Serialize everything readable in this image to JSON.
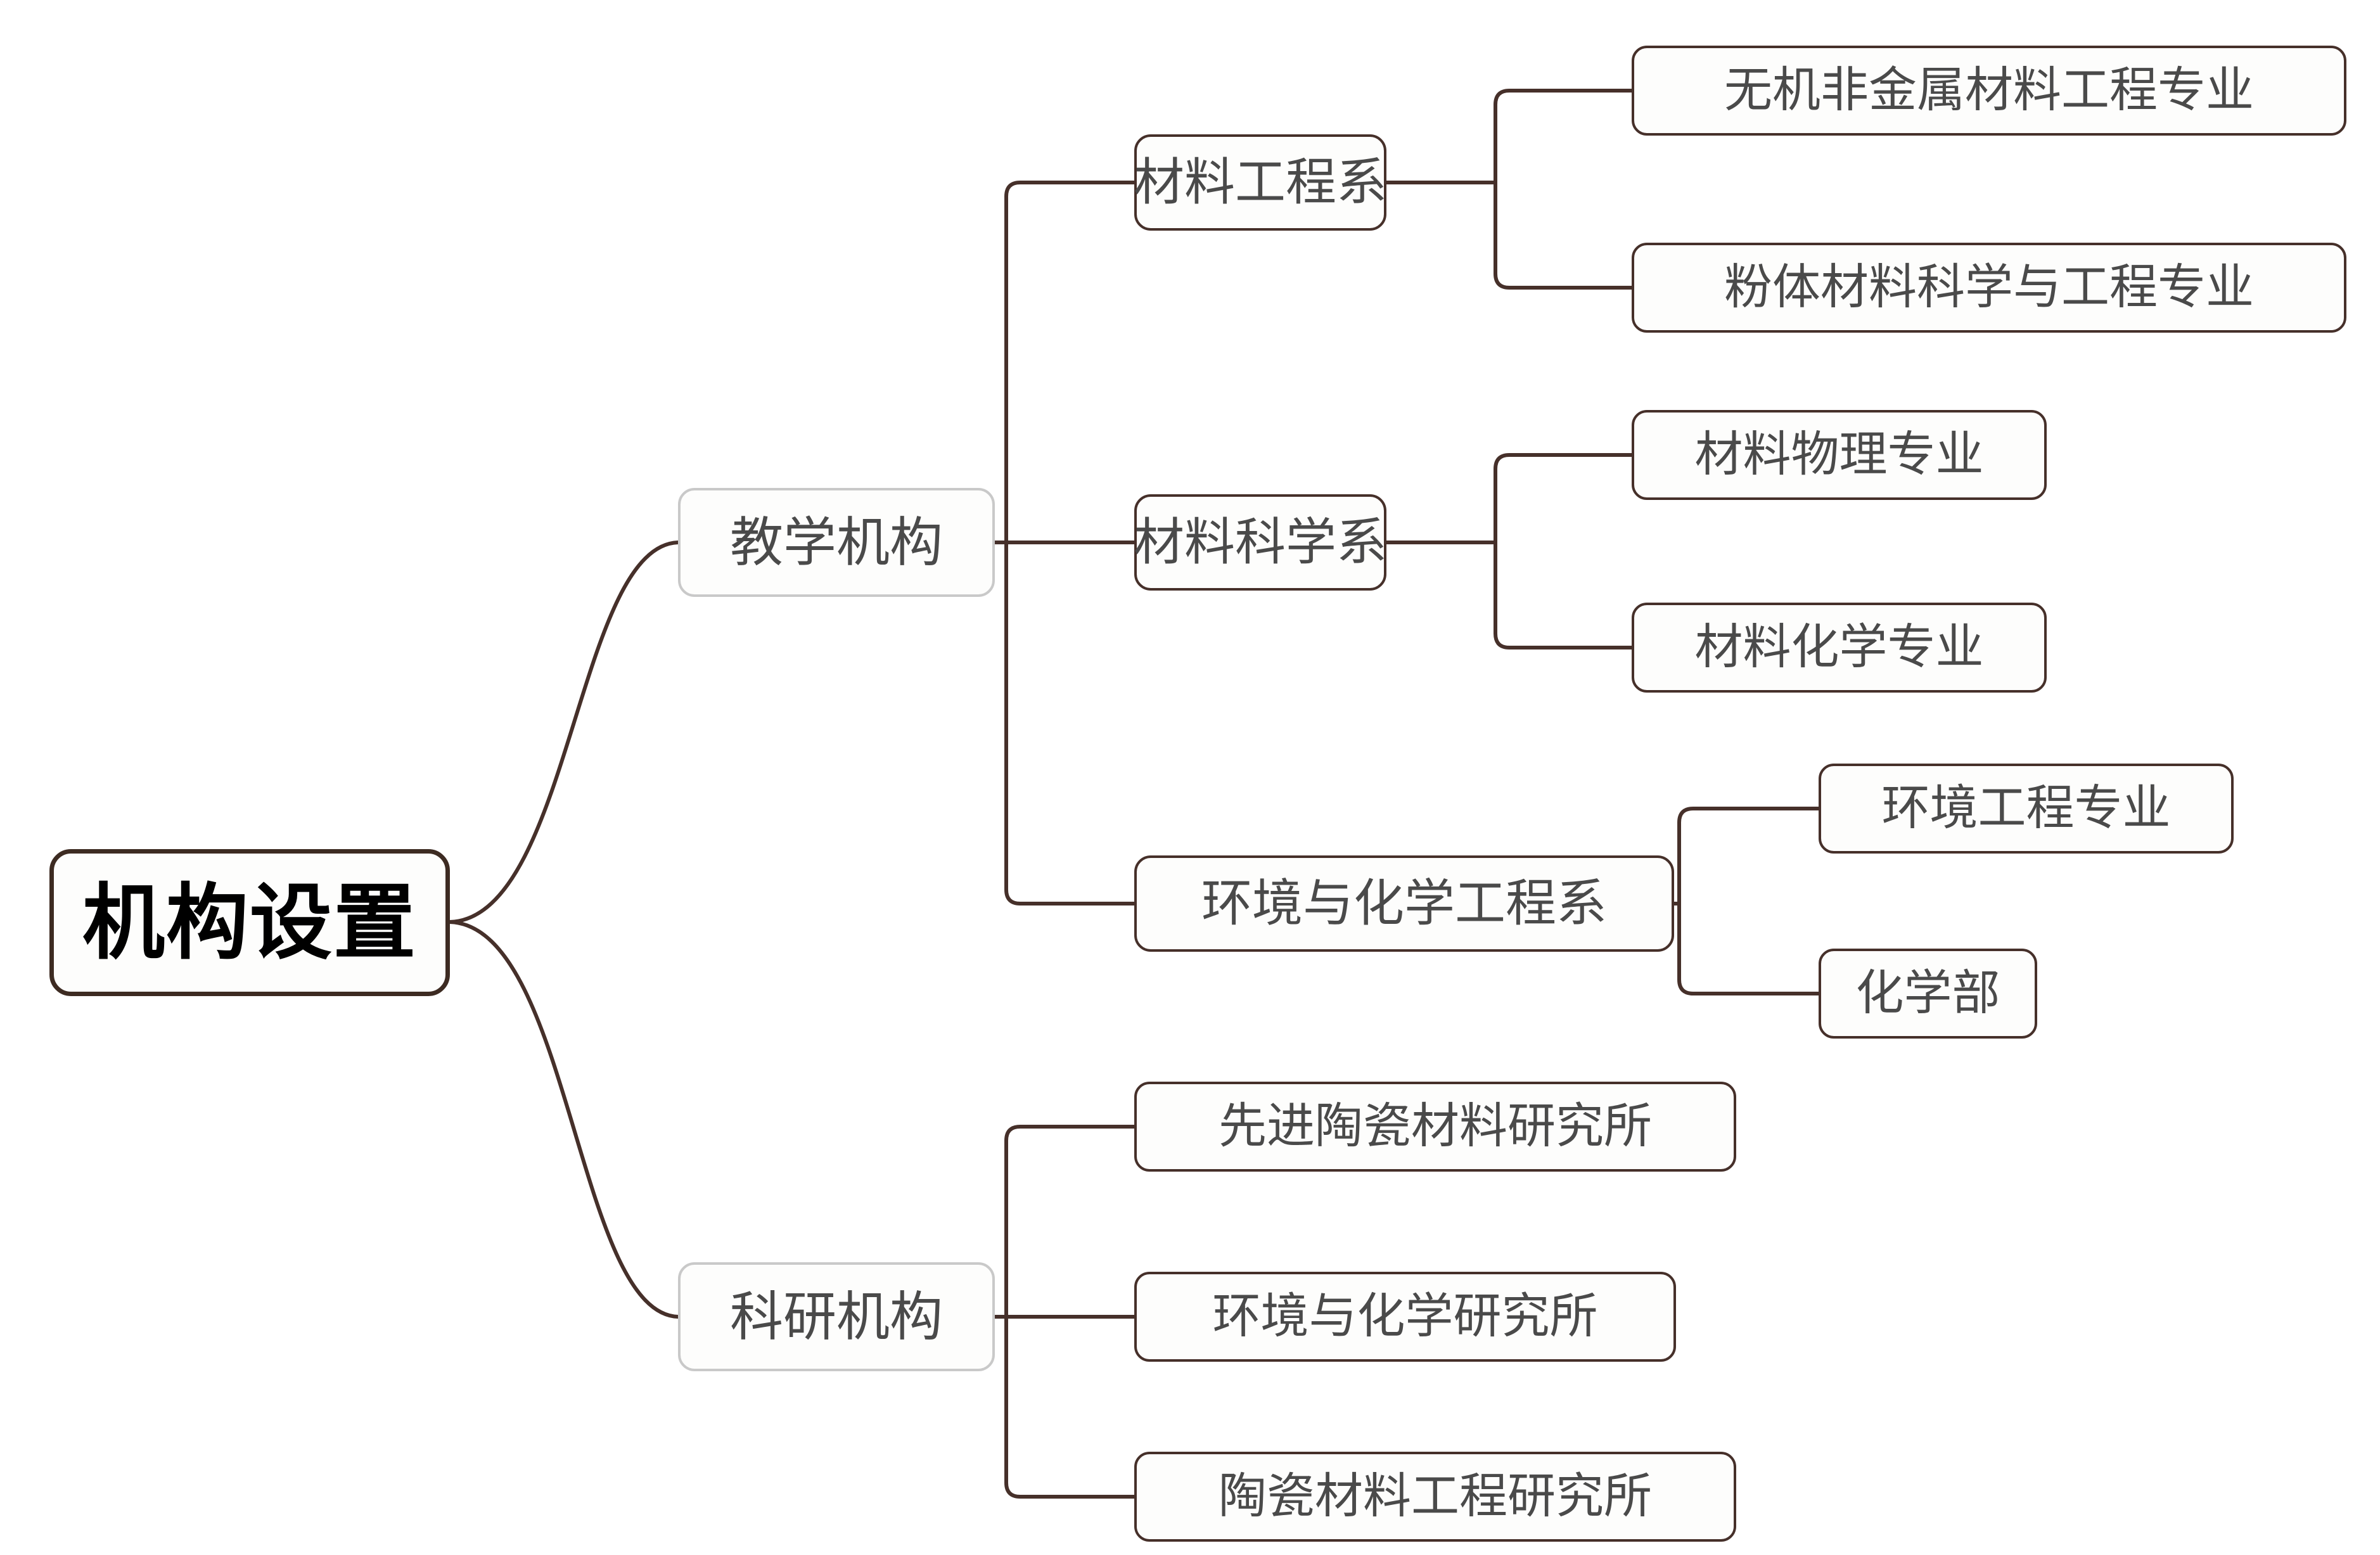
{
  "diagram": {
    "type": "mindmap",
    "title": "机构设置",
    "orientation": "left-to-right",
    "colors": {
      "root_border": "#3d2b22",
      "root_text": "#000000",
      "level1_border": "#c9c9c9",
      "branch_border": "#46302a",
      "node_text": "#4a4a4a",
      "edge_stroke": "#46302a",
      "background": "#ffffff"
    }
  },
  "root": {
    "label": "机构设置"
  },
  "branches": [
    {
      "id": "teaching",
      "label": "教学机构",
      "departments": [
        {
          "id": "materials-engineering",
          "label": "材料工程系",
          "majors": [
            {
              "id": "inorganic-nonmetallic",
              "label": "无机非金属材料工程专业"
            },
            {
              "id": "powder-materials",
              "label": "粉体材料科学与工程专业"
            }
          ]
        },
        {
          "id": "materials-science",
          "label": "材料科学系",
          "majors": [
            {
              "id": "materials-physics",
              "label": "材料物理专业"
            },
            {
              "id": "materials-chemistry",
              "label": "材料化学专业"
            }
          ]
        },
        {
          "id": "environment-chemical-engineering",
          "label": "环境与化学工程系",
          "majors": [
            {
              "id": "environmental-engineering",
              "label": "环境工程专业"
            },
            {
              "id": "chemistry-division",
              "label": "化学部"
            }
          ]
        }
      ]
    },
    {
      "id": "research",
      "label": "科研机构",
      "institutes": [
        {
          "id": "advanced-ceramic-materials",
          "label": "先进陶瓷材料研究所"
        },
        {
          "id": "environment-chemistry",
          "label": "环境与化学研究所"
        },
        {
          "id": "ceramic-materials-engineering",
          "label": "陶瓷材料工程研究所"
        }
      ]
    }
  ]
}
